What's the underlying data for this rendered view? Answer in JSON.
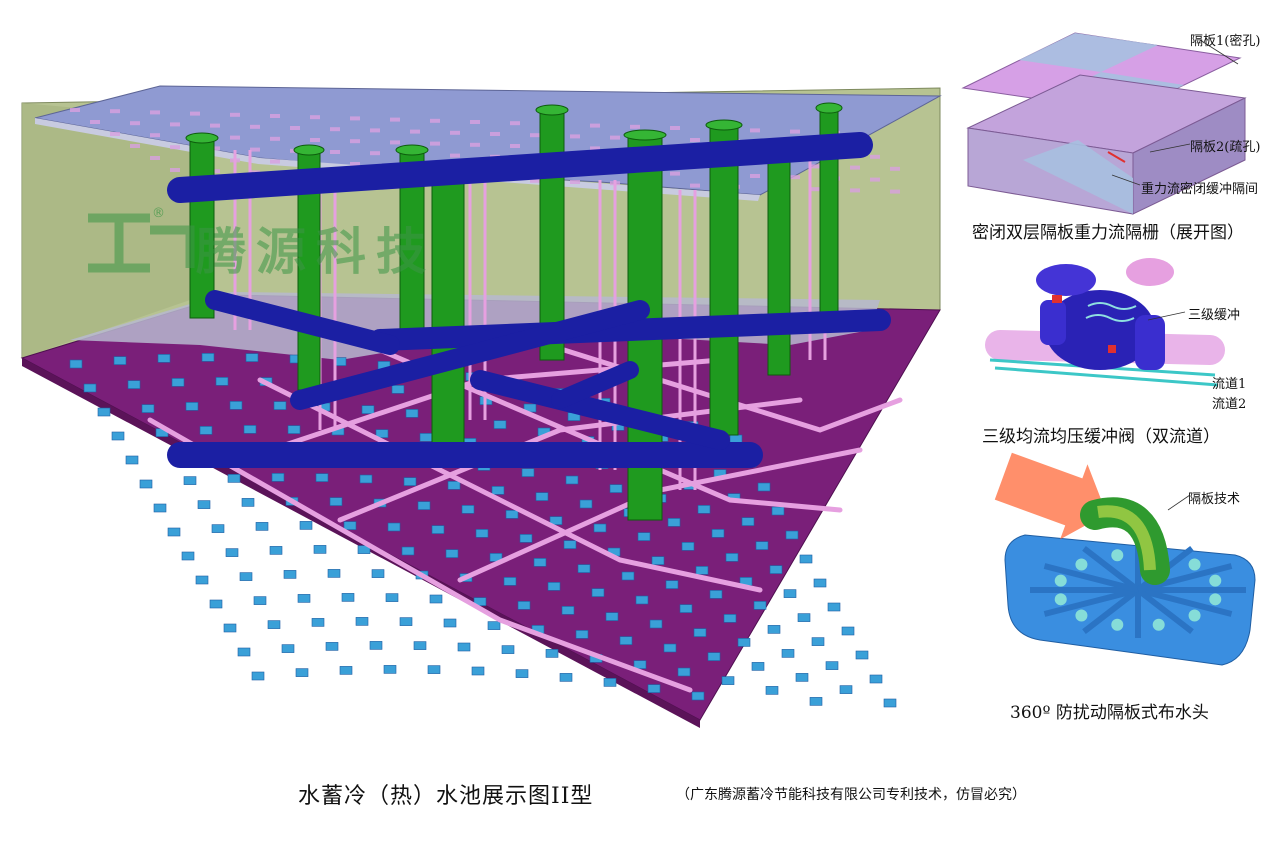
{
  "logo": {
    "text": "腾源科技",
    "mark": "®",
    "color": "#3c9646"
  },
  "main_diagram": {
    "colors": {
      "wall": "#b7c392",
      "floor": "#7a1f79",
      "top_plate": "#8f9ad2",
      "column": "#1f9a1f",
      "main_pipe": "#1b1fa3",
      "branch_pipe": "#e6a0e0",
      "diffuser": "#3aa0d8"
    }
  },
  "insets": {
    "partition": {
      "label_plate1": "隔板1(密孔)",
      "label_plate2": "隔板2(疏孔)",
      "label_gap": "重力流密闭缓冲隔间",
      "caption": "密闭双层隔板重力流隔栅（展开图）"
    },
    "valve": {
      "label_stage": "三级缓冲",
      "label_channel1": "流道1",
      "label_channel2": "流道2",
      "caption": "三级均流均压缓冲阀（双流道）"
    },
    "diffuser": {
      "label_tech": "隔板技术",
      "caption": "360º 防扰动隔板式布水头"
    }
  },
  "footer": {
    "title": "水蓄冷（热）水池展示图II型",
    "note": "（广东腾源蓄冷节能科技有限公司专利技术，仿冒必究）"
  }
}
